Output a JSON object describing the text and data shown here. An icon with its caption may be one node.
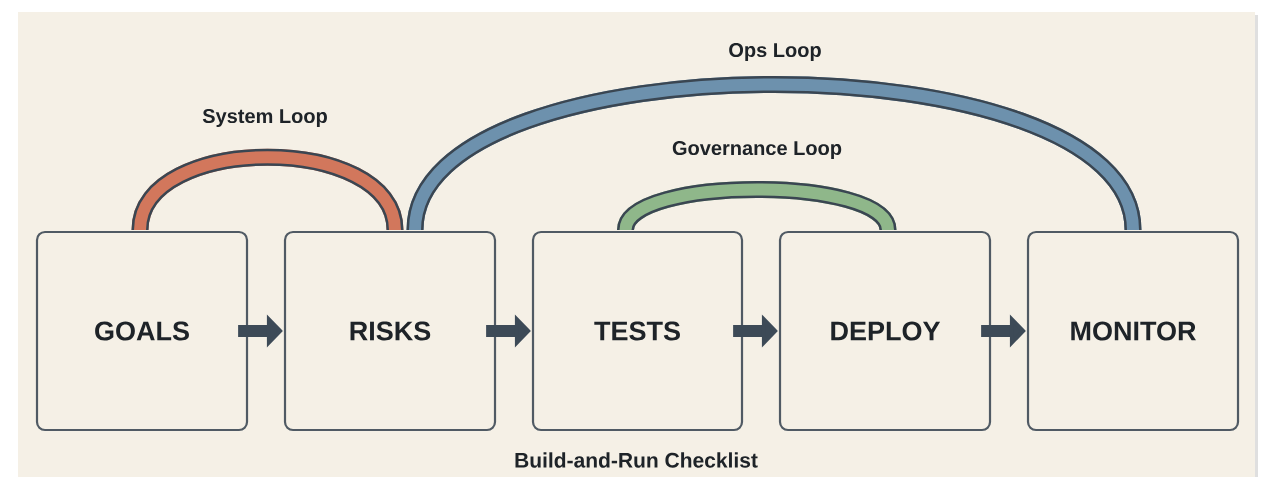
{
  "diagram": {
    "caption": "Build-and-Run Checklist",
    "nodes": [
      {
        "text": [
          "GOALS"
        ]
      },
      {
        "text": [
          "RISKS"
        ]
      },
      {
        "text": [
          "TESTS"
        ]
      },
      {
        "text": [
          "DEPLOY"
        ]
      },
      {
        "text": [
          "MONITOR"
        ]
      }
    ],
    "edges": [
      {
        "from": 0,
        "to": 1,
        "arrow": "to"
      },
      {
        "from": 1,
        "to": 2,
        "arrow": "to"
      },
      {
        "from": 2,
        "to": 3,
        "arrow": "to"
      },
      {
        "from": 3,
        "to": 4,
        "arrow": "to"
      },
      {
        "from": 0,
        "to": 1,
        "arrow": "none",
        "label": "System Loop",
        "color": "#d2775c"
      },
      {
        "from": 1,
        "to": 4,
        "arrow": "none",
        "label": "Ops Loop",
        "color": "#6d91ad"
      },
      {
        "from": 2,
        "to": 3,
        "arrow": "none",
        "label": "Governance Loop",
        "color": "#8fb78a"
      }
    ]
  }
}
